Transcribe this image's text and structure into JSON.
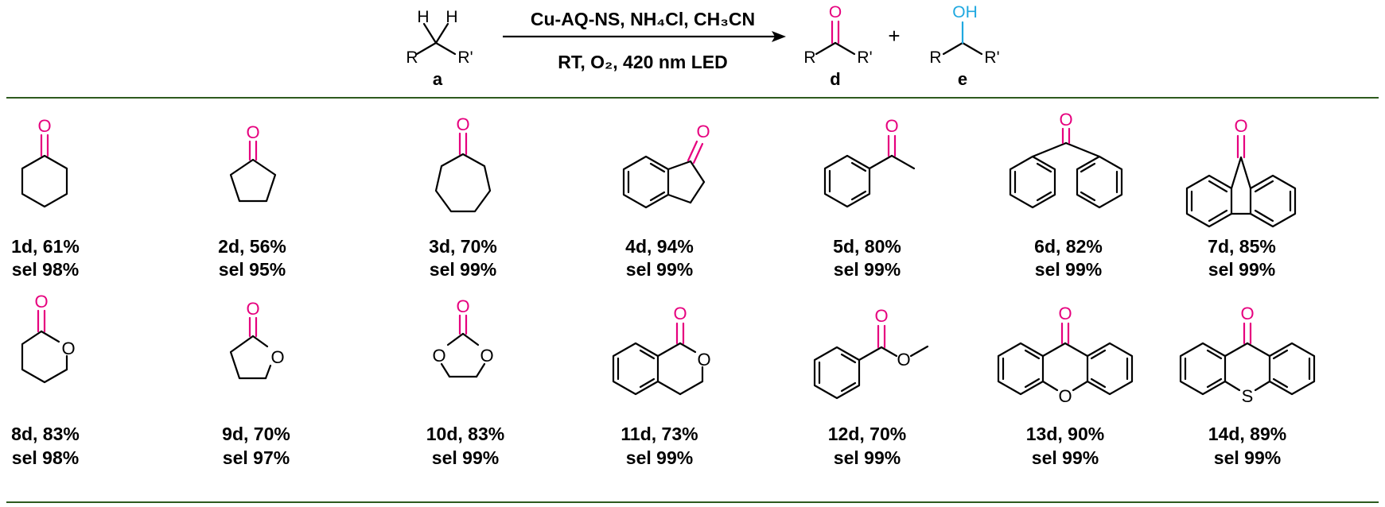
{
  "reaction": {
    "reactant": {
      "atoms": [
        "H",
        "H",
        "R",
        "R'"
      ],
      "label": "a"
    },
    "conditions_line1": "Cu-AQ-NS, NH₄Cl, CH₃CN",
    "conditions_line2": "RT, O₂, 420 nm LED",
    "product_d": {
      "atoms": [
        "O",
        "R",
        "R'"
      ],
      "label": "d"
    },
    "plus": "+",
    "product_e": {
      "atoms": [
        "OH",
        "R",
        "R'"
      ],
      "label": "e"
    }
  },
  "compounds": [
    {
      "id": "1d",
      "line1": "1d, 61%",
      "line2": "sel 98%",
      "structure": "cyclohexanone",
      "atoms": [
        "O"
      ]
    },
    {
      "id": "2d",
      "line1": "2d, 56%",
      "line2": "sel 95%",
      "structure": "cyclopentanone",
      "atoms": [
        "O"
      ]
    },
    {
      "id": "3d",
      "line1": "3d, 70%",
      "line2": "sel 99%",
      "structure": "cycloheptanone",
      "atoms": [
        "O"
      ]
    },
    {
      "id": "4d",
      "line1": "4d, 94%",
      "line2": "sel 99%",
      "structure": "indanone",
      "atoms": [
        "O"
      ]
    },
    {
      "id": "5d",
      "line1": "5d, 80%",
      "line2": "sel 99%",
      "structure": "acetophenone",
      "atoms": [
        "O"
      ]
    },
    {
      "id": "6d",
      "line1": "6d, 82%",
      "line2": "sel 99%",
      "structure": "benzophenone",
      "atoms": [
        "O"
      ]
    },
    {
      "id": "7d",
      "line1": "7d, 85%",
      "line2": "sel 99%",
      "structure": "fluorenone",
      "atoms": [
        "O"
      ]
    },
    {
      "id": "8d",
      "line1": "8d, 83%",
      "line2": "sel 98%",
      "structure": "valerolactone",
      "atoms": [
        "O",
        "O"
      ]
    },
    {
      "id": "9d",
      "line1": "9d, 70%",
      "line2": "sel 97%",
      "structure": "butyrolactone",
      "atoms": [
        "O",
        "O"
      ]
    },
    {
      "id": "10d",
      "line1": "10d, 83%",
      "line2": "sel 99%",
      "structure": "ethylene carbonate",
      "atoms": [
        "O",
        "O",
        "O"
      ]
    },
    {
      "id": "11d",
      "line1": "11d, 73%",
      "line2": "sel 99%",
      "structure": "isochromanone",
      "atoms": [
        "O",
        "O"
      ]
    },
    {
      "id": "12d",
      "line1": "12d, 70%",
      "line2": "sel 99%",
      "structure": "methyl benzoate",
      "atoms": [
        "O",
        "O"
      ]
    },
    {
      "id": "13d",
      "line1": "13d, 90%",
      "line2": "sel 99%",
      "structure": "xanthone",
      "atoms": [
        "O",
        "O"
      ]
    },
    {
      "id": "14d",
      "line1": "14d, 89%",
      "line2": "sel 99%",
      "structure": "thioxanthone",
      "atoms": [
        "O",
        "S"
      ]
    }
  ],
  "colors": {
    "carbonyl_oxygen": "#e6007e",
    "hydroxyl": "#1fa8e0",
    "rule": "#2d5a1e",
    "bond": "#000000"
  }
}
